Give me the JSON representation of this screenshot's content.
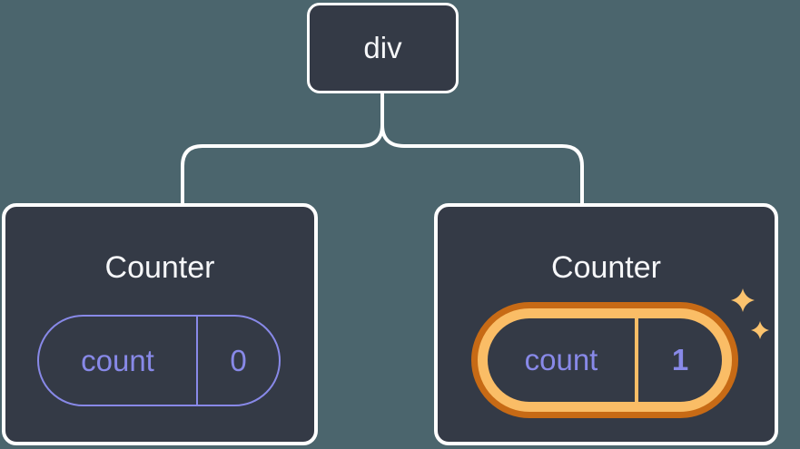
{
  "diagram": {
    "root": {
      "label": "div"
    },
    "children": [
      {
        "title": "Counter",
        "state": {
          "label": "count",
          "value": "0"
        },
        "highlighted": false
      },
      {
        "title": "Counter",
        "state": {
          "label": "count",
          "value": "1"
        },
        "highlighted": true,
        "decoration": "sparkles"
      }
    ]
  },
  "colors": {
    "background": "#4b656d",
    "node_bg": "#343a46",
    "node_border": "#ffffff",
    "connector": "#ffffff",
    "state_purple": "#8889e8",
    "highlight_orange_dark": "#c76a15",
    "highlight_orange_light": "#fabd66",
    "sparkle": "#fbc36e",
    "text_primary": "#f6f7f9"
  }
}
